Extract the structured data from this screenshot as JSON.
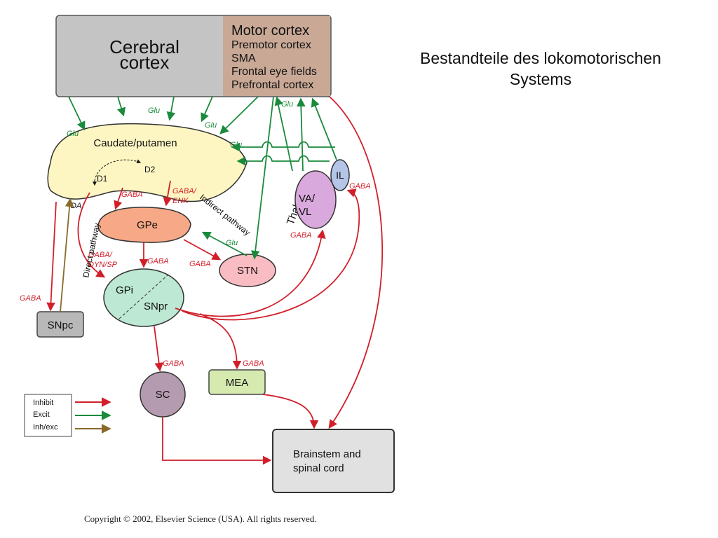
{
  "title": "Bestandteile des lokomotorischen Systems",
  "cortex": {
    "name_line1": "Cerebral",
    "name_line2": "cortex",
    "areas": [
      "Motor cortex",
      "Premotor cortex",
      "SMA",
      "Frontal eye fields",
      "Prefrontal cortex"
    ]
  },
  "nodes": {
    "caudate": "Caudate/putamen",
    "d1": "D1",
    "d2": "D2",
    "da": "DA",
    "gpe": "GPe",
    "gpi": "GPi",
    "snpr": "SNpr",
    "stn": "STN",
    "snpc": "SNpc",
    "thalamus": "Thalamus",
    "vavl_line1": "VA/",
    "vavl_line2": "VL",
    "il": "IL",
    "sc": "SC",
    "mea": "MEA",
    "brainstem_line1": "Brainstem and",
    "brainstem_line2": "spinal cord"
  },
  "pathways": {
    "direct": "Direct pathway",
    "indirect": "Indirect pathway"
  },
  "labels": {
    "glu": "Glu",
    "gaba": "GABA",
    "gaba_enk_1": "GABA/",
    "gaba_enk_2": "ENK",
    "gaba_dyn_1": "GABA/",
    "gaba_dyn_2": "DYN/SP"
  },
  "legend": {
    "inhibit": "Inhibit",
    "excit": "Excit",
    "inhexc": "Inh/exc"
  },
  "colors": {
    "inhibit": "#d11f2a",
    "excit": "#1a8a3c",
    "inhexc": "#8a6a2a"
  },
  "copyright": "Copyright © 2002, Elsevier Science (USA). All rights reserved."
}
